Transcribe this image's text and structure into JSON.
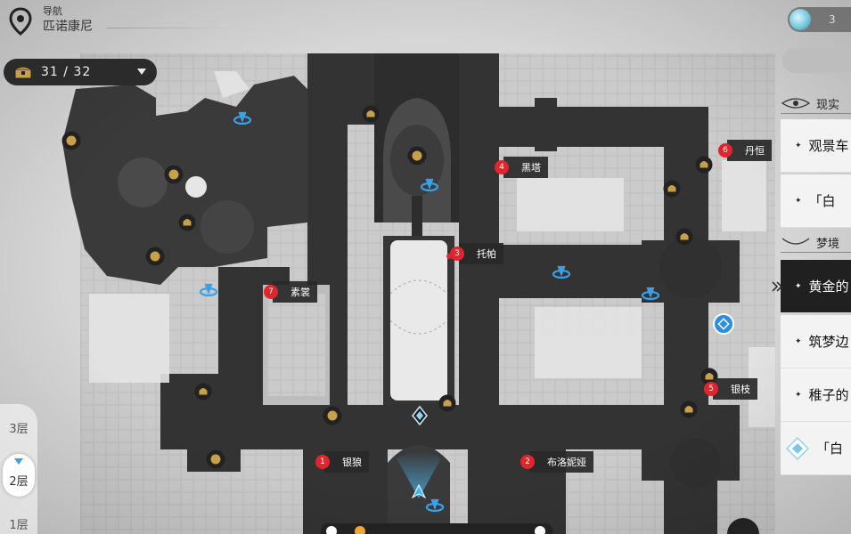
{
  "nav": {
    "label": "导航",
    "place": "匹诺康尼"
  },
  "chest": {
    "count": "31 / 32",
    "icon": "chest-icon"
  },
  "floors": [
    {
      "label": "3层",
      "active": false
    },
    {
      "label": "2层",
      "active": true
    },
    {
      "label": "1层",
      "active": false
    }
  ],
  "resource": {
    "value": "3"
  },
  "panel": {
    "section_real": "现实",
    "section_dream": "梦境",
    "tasks_real": [
      {
        "label": "观景车"
      },
      {
        "label": "「白"
      }
    ],
    "tasks_dream": [
      {
        "label": "黄金的",
        "active": true
      },
      {
        "label": "筑梦边"
      },
      {
        "label": "稚子的"
      },
      {
        "label": "「白"
      }
    ]
  },
  "map_labels": [
    {
      "num": "1",
      "text": "银狼"
    },
    {
      "num": "2",
      "text": "布洛妮娅"
    },
    {
      "num": "3",
      "text": "托帕"
    },
    {
      "num": "4",
      "text": "黑塔"
    },
    {
      "num": "5",
      "text": "银枝"
    },
    {
      "num": "6",
      "text": "丹恒"
    },
    {
      "num": "7",
      "text": "素裳"
    }
  ],
  "colors": {
    "road": "#333333",
    "building": "#d0d0d0",
    "accent_red": "#e0262c",
    "accent_blue": "#3aa0e8",
    "icon_gold": "#c9a04a"
  },
  "icons": {
    "bell": "bell-icon",
    "teleport": "teleport-anchor-icon",
    "player": "player-arrow-icon",
    "space_anchor": "space-anchor-icon"
  }
}
